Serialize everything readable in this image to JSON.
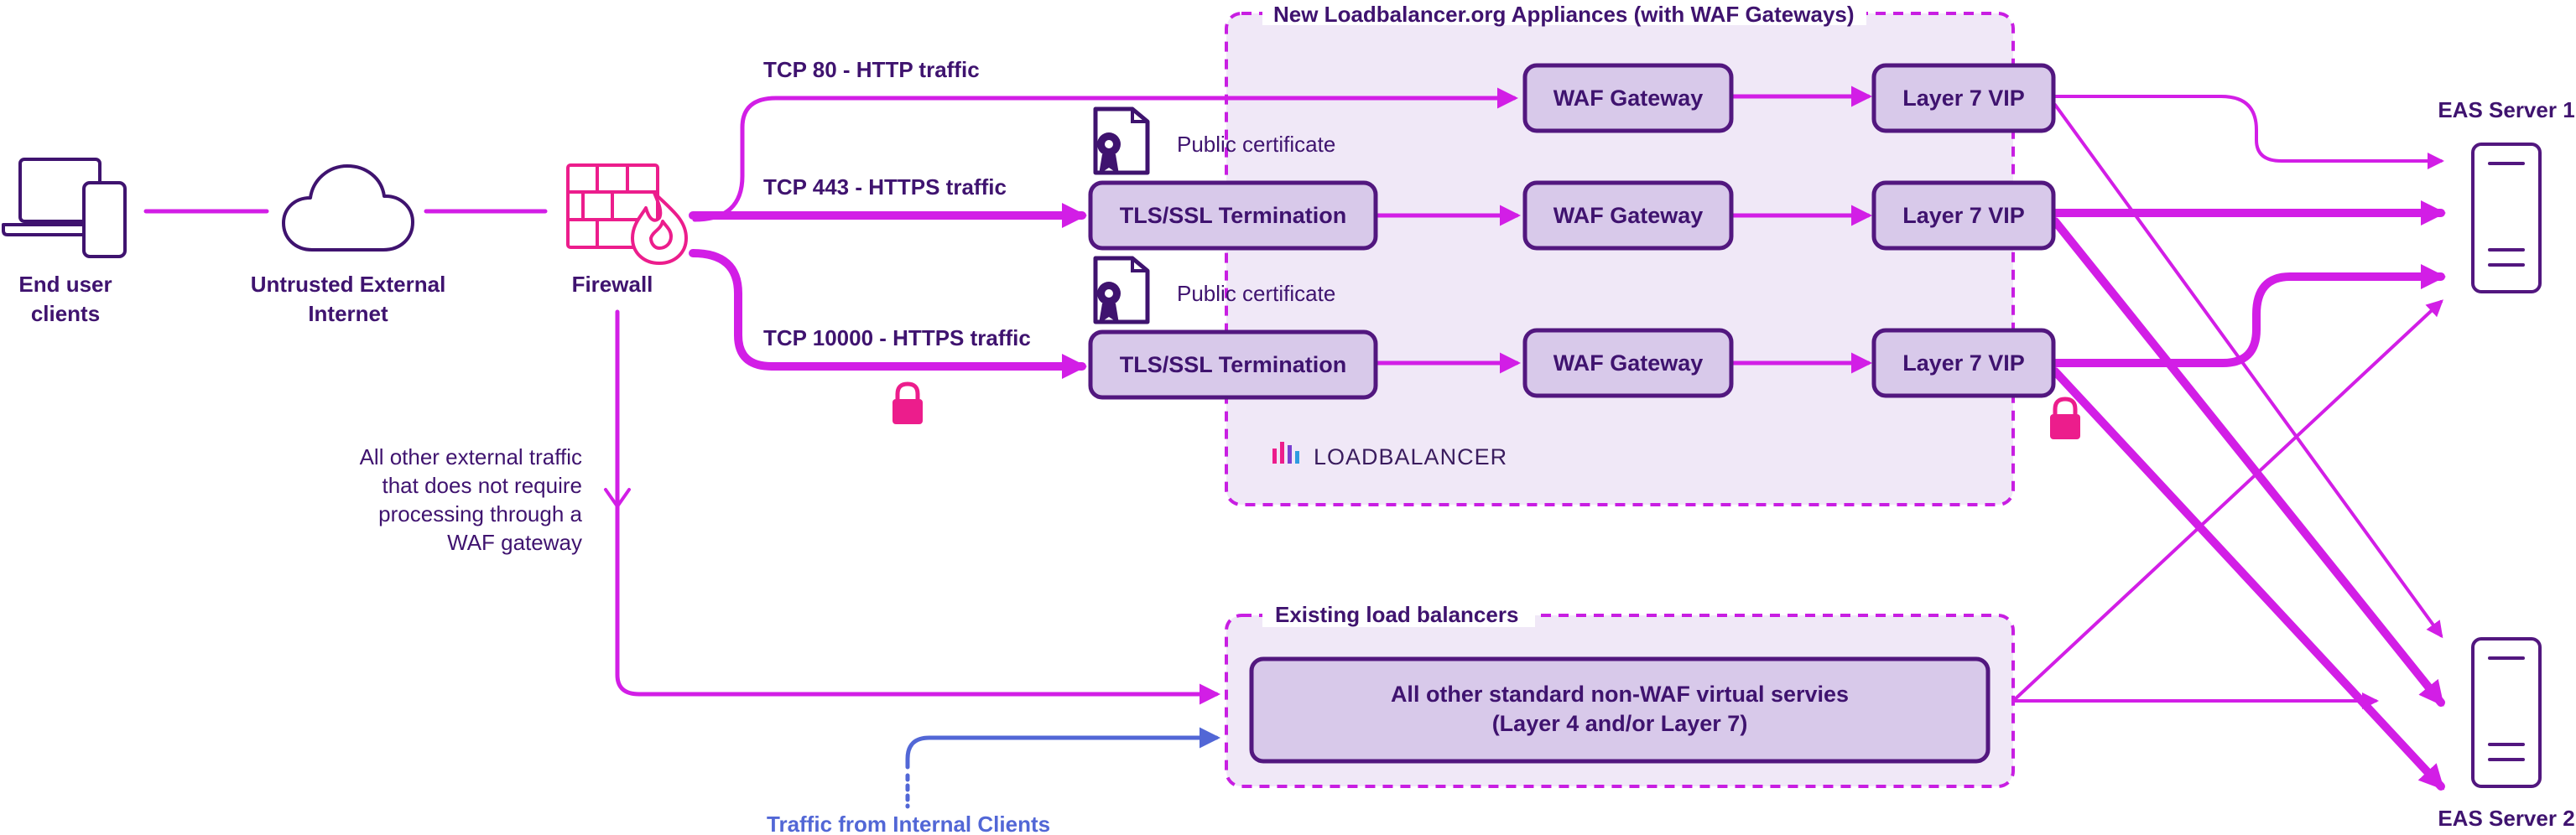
{
  "colors": {
    "magenta": "#d21ee6",
    "hot_pink": "#ec1d8c",
    "deep_purple": "#3f136f",
    "box_fill": "#d8c9ea",
    "box_stroke": "#52177f",
    "region_fill": "#f0e8f7",
    "region_dash": "#c81ee2",
    "internal_blue": "#5267d6",
    "gray_icon": "#6a2c92",
    "logo_text": "#3a1c5e"
  },
  "regions": {
    "waf_appliances": {
      "title": "New Loadbalancer.org Appliances (with WAF Gateways)"
    },
    "existing_lbs": {
      "title": "Existing load balancers"
    }
  },
  "clients": {
    "end_users": {
      "line1": "End user",
      "line2": "clients",
      "icon": "laptop-phone-icon"
    },
    "internet": {
      "line1": "Untrusted External",
      "line2": "Internet",
      "icon": "cloud-icon"
    },
    "firewall": {
      "label": "Firewall",
      "icon": "firewall-icon"
    }
  },
  "traffic": {
    "tcp80": "TCP 80 - HTTP traffic",
    "tcp443": "TCP 443 - HTTPS traffic",
    "tcp10000": "TCP 10000 - HTTPS traffic",
    "other_external": {
      "line1": "All other external traffic",
      "line2": "that does not require",
      "line3": "processing through a",
      "line4": "WAF gateway"
    },
    "internal": "Traffic from Internal Clients"
  },
  "certificates": {
    "cert1": "Public certificate",
    "cert2": "Public certificate"
  },
  "nodes": {
    "tls1": "TLS/SSL Termination",
    "tls2": "TLS/SSL Termination",
    "waf1": "WAF Gateway",
    "waf2": "WAF Gateway",
    "waf3": "WAF Gateway",
    "vip1": "Layer 7 VIP",
    "vip2": "Layer 7 VIP",
    "vip3": "Layer 7 VIP",
    "nonwaf": {
      "line1": "All other standard non-WAF virtual servies",
      "line2": "(Layer 4 and/or Layer 7)"
    }
  },
  "servers": {
    "eas1": "EAS Server 1",
    "eas2": "EAS Server 2"
  },
  "logo": {
    "text": "LOADBALANCER"
  }
}
